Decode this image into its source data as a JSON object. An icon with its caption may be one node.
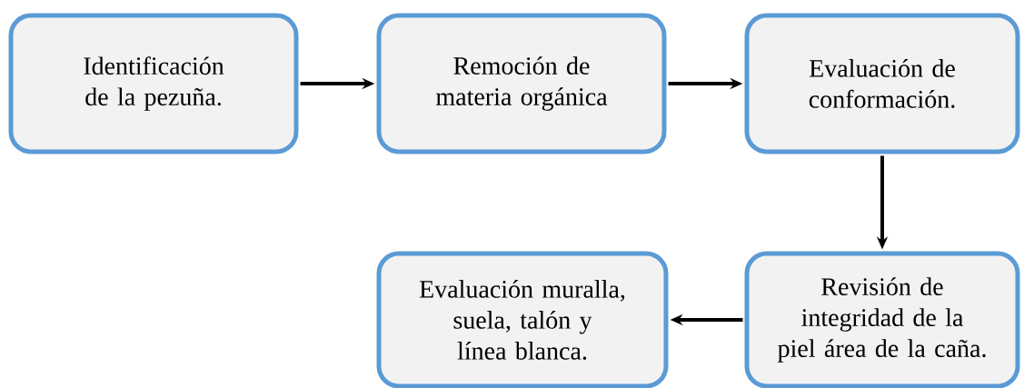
{
  "diagram": {
    "nodes": [
      {
        "text": [
          "Identificación de la pezuña."
        ]
      },
      {
        "text": [
          "Remoción de materia orgánica"
        ]
      },
      {
        "text": [
          "Evaluación de conformación."
        ]
      },
      {
        "text": [
          "Revisión de integridad de la piel área de la caña."
        ]
      },
      {
        "text": [
          "Evaluación muralla, suela, talón y línea blanca."
        ]
      }
    ],
    "edges": [
      {
        "from": 0,
        "to": 1,
        "arrow": "to"
      },
      {
        "from": 1,
        "to": 2,
        "arrow": "to"
      },
      {
        "from": 2,
        "to": 3,
        "arrow": "to"
      },
      {
        "from": 3,
        "to": 4,
        "arrow": "to"
      }
    ]
  }
}
